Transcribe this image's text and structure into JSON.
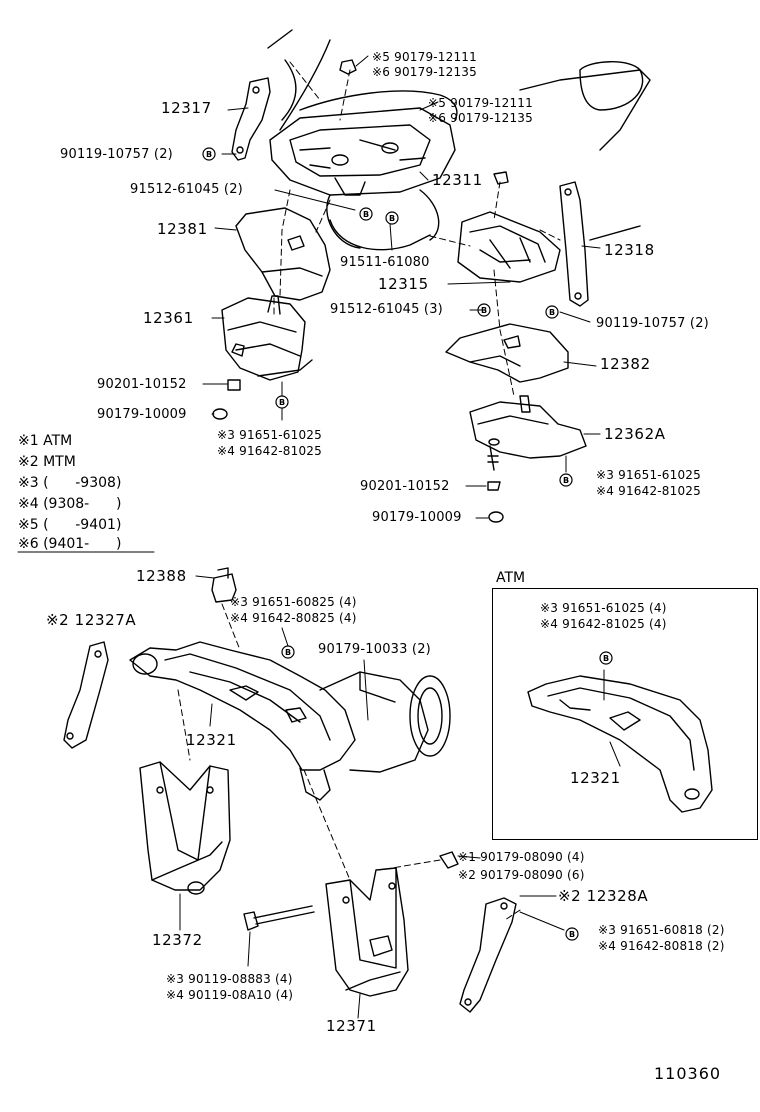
{
  "labels": {
    "n12317": "12317",
    "n90119_10757_l": "90119-10757 (2)",
    "n91512_61045_2": "91512-61045 (2)",
    "n12381": "12381",
    "n12361": "12361",
    "n90201_10152_l": "90201-10152",
    "n90179_10009_l": "90179-10009",
    "n91651_61025_l": "※3 91651-61025",
    "n91642_81025_l": "※4 91642-81025",
    "n90179_12111_top": "※5 90179-12111",
    "n90179_12135_top": "※6 90179-12135",
    "n90179_12111_mid": "※5 90179-12111",
    "n90179_12135_mid": "※6 90179-12135",
    "n12311": "12311",
    "n12318": "12318",
    "n91511_61080": "91511-61080",
    "n12315": "12315",
    "n91512_61045_3": "91512-61045 (3)",
    "n90119_10757_r": "90119-10757 (2)",
    "n12382": "12382",
    "n12362A": "12362A",
    "n91651_61025_r": "※3 91651-61025",
    "n91642_81025_r": "※4 91642-81025",
    "n90201_10152_r": "90201-10152",
    "n90179_10009_r": "90179-10009",
    "n12388": "12388",
    "n91651_60825": "※3 91651-60825 (4)",
    "n91642_80825": "※4 91642-80825 (4)",
    "n12327A": "※2 12327A",
    "n90179_10033": "90179-10033 (2)",
    "n12321": "12321",
    "n12372": "12372",
    "n90119_08883": "※3 90119-08883 (4)",
    "n90119_08A10": "※4 90119-08A10 (4)",
    "n12371": "12371",
    "n90179_08090_4": "※1 90179-08090 (4)",
    "n90179_08090_6": "※2 90179-08090 (6)",
    "n12328A": "※2 12328A",
    "n91651_60818": "※3 91651-60818 (2)",
    "n91642_80818": "※4 91642-80818 (2)",
    "atm_title": "ATM",
    "atm_91651_61025": "※3 91651-61025 (4)",
    "atm_91642_81025": "※4 91642-81025 (4)",
    "atm_12321": "12321",
    "part_number": "110360"
  },
  "legend": [
    {
      "mark": "※1",
      "text": "ATM"
    },
    {
      "mark": "※2",
      "text": "MTM"
    },
    {
      "mark": "※3",
      "text": "(      -9308)"
    },
    {
      "mark": "※4",
      "text": "(9308-      )"
    },
    {
      "mark": "※5",
      "text": "(      -9401)"
    },
    {
      "mark": "※6",
      "text": "(9401-      )"
    }
  ],
  "bolt_symbol": "B"
}
